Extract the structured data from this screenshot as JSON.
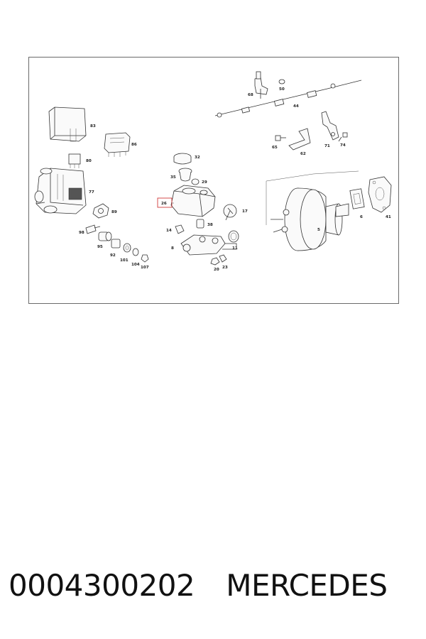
{
  "diagram": {
    "highlighted_label": "26",
    "callouts": [
      "83",
      "86",
      "80",
      "77",
      "89",
      "98",
      "95",
      "92",
      "101",
      "104",
      "107",
      "32",
      "35",
      "29",
      "26",
      "17",
      "14",
      "38",
      "8",
      "11",
      "20",
      "23",
      "68",
      "50",
      "44",
      "65",
      "62",
      "71",
      "74",
      "5",
      "6",
      "41"
    ]
  },
  "footer": {
    "part_number": "0004300202",
    "brand": "MERCEDES"
  }
}
